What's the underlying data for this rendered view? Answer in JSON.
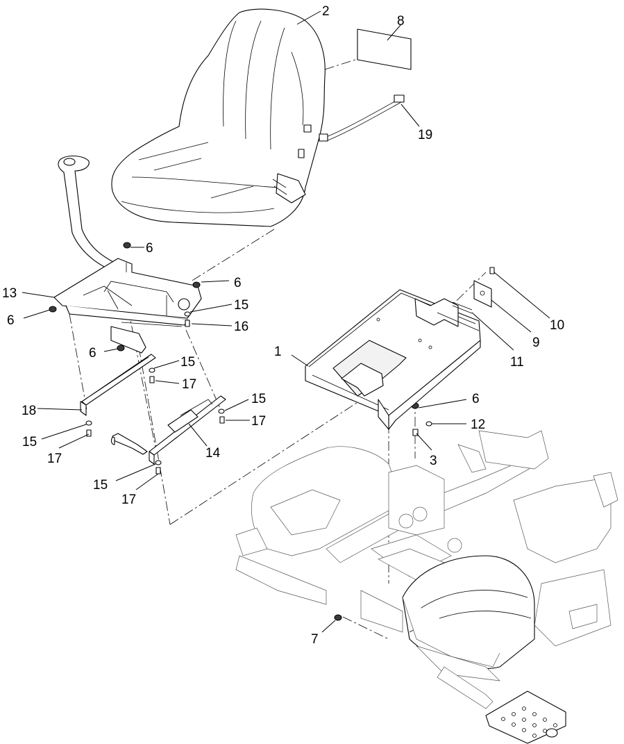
{
  "diagram": {
    "callouts": [
      {
        "id": "c1",
        "text": "1"
      },
      {
        "id": "c2",
        "text": "2"
      },
      {
        "id": "c3",
        "text": "3"
      },
      {
        "id": "c6a",
        "text": "6"
      },
      {
        "id": "c6b",
        "text": "6"
      },
      {
        "id": "c6c",
        "text": "6"
      },
      {
        "id": "c6d",
        "text": "6"
      },
      {
        "id": "c6e",
        "text": "6"
      },
      {
        "id": "c7",
        "text": "7"
      },
      {
        "id": "c8",
        "text": "8"
      },
      {
        "id": "c9",
        "text": "9"
      },
      {
        "id": "c10",
        "text": "10"
      },
      {
        "id": "c11",
        "text": "11"
      },
      {
        "id": "c12",
        "text": "12"
      },
      {
        "id": "c13",
        "text": "13"
      },
      {
        "id": "c14",
        "text": "14"
      },
      {
        "id": "c15a",
        "text": "15"
      },
      {
        "id": "c15b",
        "text": "15"
      },
      {
        "id": "c15c",
        "text": "15"
      },
      {
        "id": "c15d",
        "text": "15"
      },
      {
        "id": "c15e",
        "text": "15"
      },
      {
        "id": "c16",
        "text": "16"
      },
      {
        "id": "c17a",
        "text": "17"
      },
      {
        "id": "c17b",
        "text": "17"
      },
      {
        "id": "c17c",
        "text": "17"
      },
      {
        "id": "c17d",
        "text": "17"
      },
      {
        "id": "c18",
        "text": "18"
      },
      {
        "id": "c19",
        "text": "19"
      }
    ]
  }
}
